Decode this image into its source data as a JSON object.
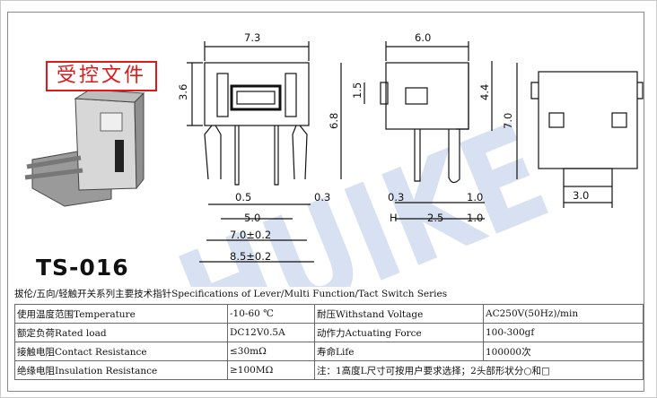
{
  "stamp": {
    "label": "受控文件"
  },
  "model": "TS-016",
  "watermark": "HUIKE",
  "dimensions": {
    "front": {
      "width": "7.3",
      "height": "3.6",
      "pitch_small": "0.5",
      "pitch": "5.0",
      "span1": "7.0±0.2",
      "span2": "8.5±0.2"
    },
    "side": {
      "width": "6.0",
      "h1": "1.5",
      "h2": "6.8",
      "h3": "4.4",
      "h4": "7.0",
      "a": "0.3",
      "b": "0.3",
      "c": "1.0",
      "d": "2.5",
      "e": "1.0",
      "hlabel": "H"
    },
    "rear": {
      "width": "3.0"
    }
  },
  "series_title": "拔伦/五向/轻触开关系列主要技术指针Specifications of Lever/Multi Function/Tact Switch Series",
  "spec_table": [
    [
      "使用温度范围Temperature",
      "-10-60 ℃",
      "耐压Withstand Voltage",
      "AC250V(50Hz)/min"
    ],
    [
      "额定负荷Rated load",
      "DC12V0.5A",
      "动作力Actuating Force",
      "100-300gf"
    ],
    [
      "接触电阻Contact Resistance",
      "≤30mΩ",
      "寿命Life",
      "100000次"
    ],
    [
      "绝缘电阻Insulation Resistance",
      "≥100MΩ",
      "注：1高度L尺寸可按用户要求选择；2头部形状分○和□",
      ""
    ]
  ]
}
